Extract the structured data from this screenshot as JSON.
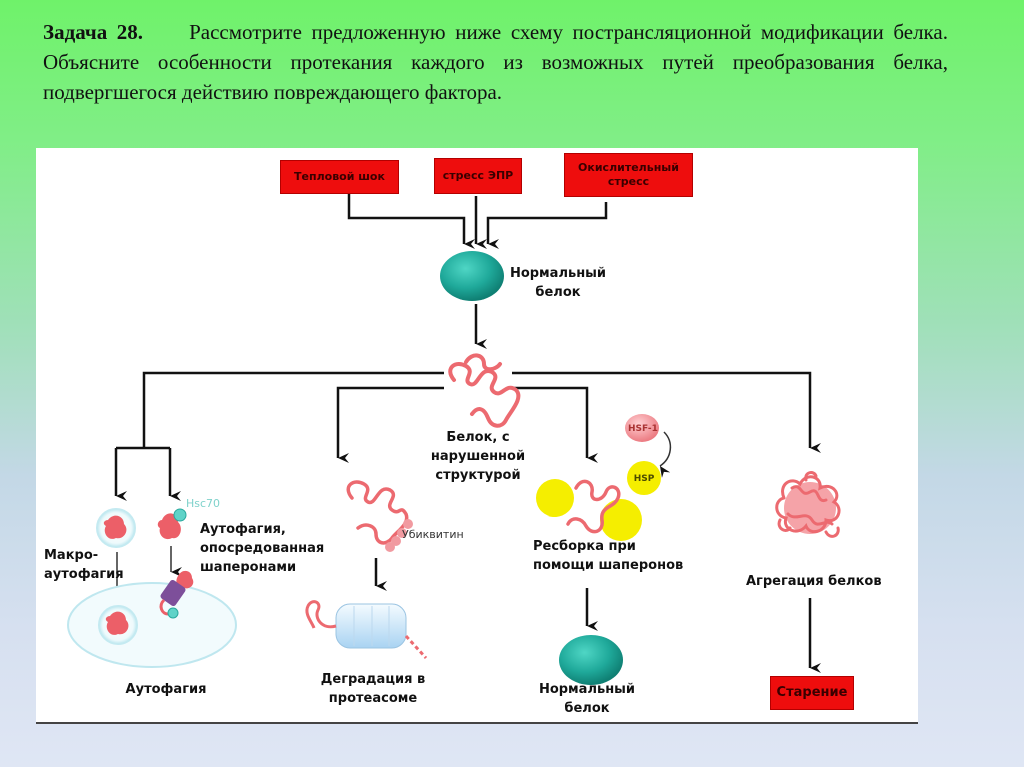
{
  "task": {
    "number": "Задача 28.",
    "text": "Рассмотрите предложенную ниже схему пострансляционной модификации белка. Объясните особенности протекания каждого из возможных путей преобразования белка, подвергшегося действию повреждающего фактора."
  },
  "diagram": {
    "stressors": [
      {
        "label": "Тепловой шок"
      },
      {
        "label": "стресс ЭПР"
      },
      {
        "label": "Окислительный стресс"
      }
    ],
    "normal_protein": {
      "label": "Нормальный белок"
    },
    "damaged_protein": {
      "label": "Белок, с нарушенной структурой"
    },
    "branches": {
      "macroautophagy": {
        "label": "Макро-аутофагия"
      },
      "chaperone_autophagy": {
        "label": "Аутофагия, опосредованная шаперонами",
        "marker": "Hsc70"
      },
      "autophagy": {
        "label": "Аутофагия"
      },
      "ubiquitin": {
        "label": "Убиквитин"
      },
      "proteasome": {
        "label": "Деградация в протеасоме"
      },
      "refolding": {
        "label": "Ресборка при помощи шаперонов",
        "hsf": "HSF-1",
        "hsp": "HSP"
      },
      "refolded_protein": {
        "label": "Нормальный белок"
      },
      "aggregation": {
        "label": "Агрегация белков"
      },
      "aging": {
        "label": "Старение"
      }
    },
    "colors": {
      "stress_box": "#ee0d0d",
      "normal_protein": "#1fa99a",
      "damaged_protein": "#ec6a70",
      "chaperone": "#f5ee00",
      "arrow": "#111111"
    }
  }
}
